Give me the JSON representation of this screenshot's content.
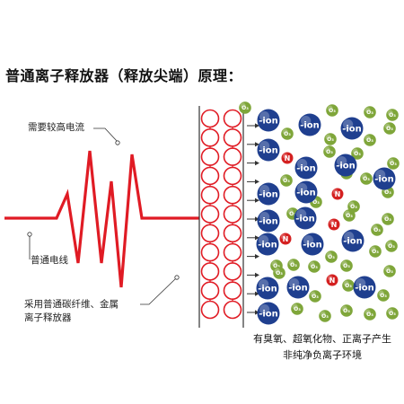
{
  "title": "普通离子释放器（释放尖端）原理：",
  "labels": {
    "high_voltage": "需要较高电流",
    "ordinary_wire": "普通电线",
    "emitter_line1": "采用普通碳纤维、金属",
    "emitter_line2": "离子释放器"
  },
  "caption": {
    "line1": "有臭氧、超氧化物、正离子产生",
    "line2": "非纯净负离子环境"
  },
  "particles": {
    "ion_label": "-ion",
    "nitrogen_label": "N",
    "ozone_label": "O₃"
  },
  "colors": {
    "wave": "#e01b24",
    "circle": "#e01b24",
    "ion": "#1f3f8f",
    "nitrogen": "#d42020",
    "ozone": "#7fa63a",
    "leader_line": "#333333"
  }
}
